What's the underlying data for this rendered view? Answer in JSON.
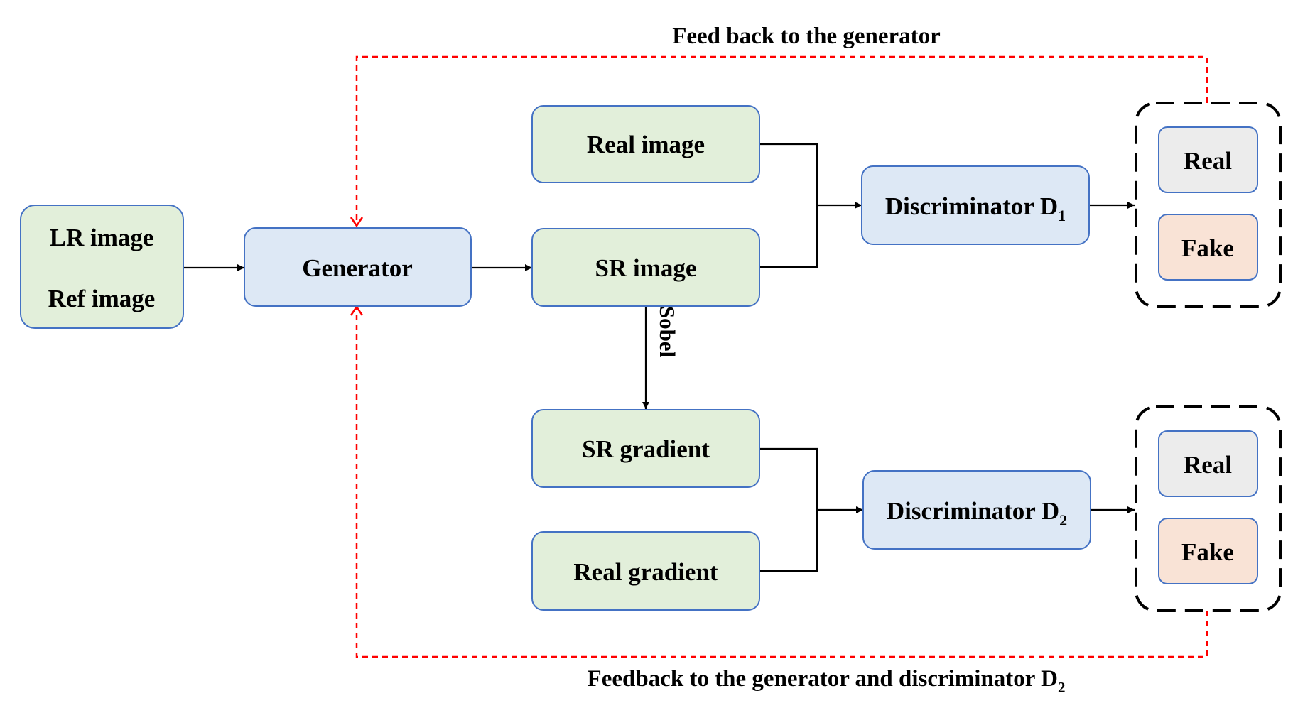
{
  "colors": {
    "green_fill": "#e2efda",
    "blue_fill": "#dde8f5",
    "box_border": "#4472c4",
    "real_fill": "#ececec",
    "fake_fill": "#f9e3d6",
    "feedback_line": "#ff0000",
    "connector": "#000000"
  },
  "inputs": {
    "lr_image": "LR image",
    "ref_image": "Ref image"
  },
  "generator": {
    "label": "Generator"
  },
  "images": {
    "real_image": "Real image",
    "sr_image": "SR image"
  },
  "gradients": {
    "sr_gradient": "SR gradient",
    "real_gradient": "Real gradient"
  },
  "sobel": {
    "label": "Sobel"
  },
  "discriminator_1": {
    "label": "Discriminator D",
    "subscript": "1"
  },
  "discriminator_2": {
    "label": "Discriminator D",
    "subscript": "2"
  },
  "output_1": {
    "real": "Real",
    "fake": "Fake"
  },
  "output_2": {
    "real": "Real",
    "fake": "Fake"
  },
  "feedback_top": {
    "label": "Feed back to the generator"
  },
  "feedback_bottom": {
    "label": "Feedback to the generator and discriminator D",
    "subscript": "2"
  }
}
